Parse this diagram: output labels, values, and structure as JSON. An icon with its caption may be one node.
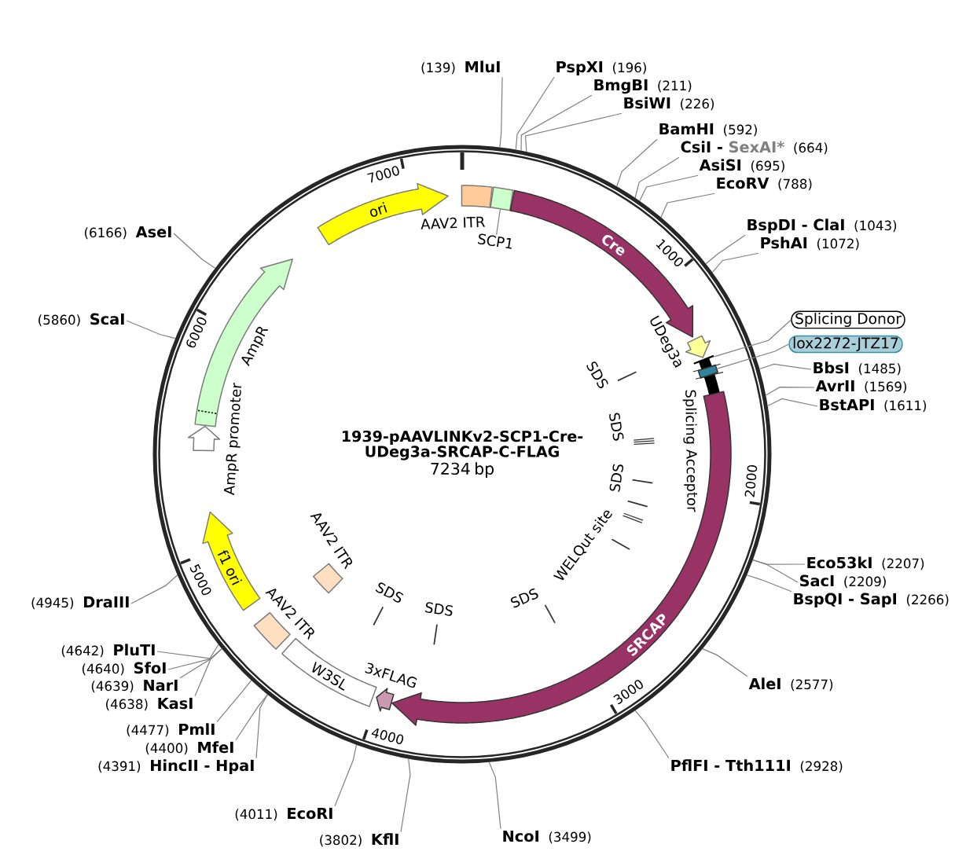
{
  "diagram": {
    "nodes": [
      {
        "text": [
          "1939-pAAVLINKv2-SCP1-Cre- UDeg3a-SRCAP-C-FLAG",
          "7234 bp"
        ]
      },
      {
        "text": [
          "AAV2 ITR"
        ],
        "in": 0
      },
      {
        "text": [],
        "shape": "box",
        "in": 0
      },
      {
        "text": [
          "SCP1"
        ],
        "in": 0
      },
      {
        "text": [
          "Cre"
        ],
        "in": 0
      },
      {
        "text": [
          "UDeg3a"
        ],
        "in": 0
      },
      {
        "text": [],
        "shape": "bar",
        "in": 0
      },
      {
        "text": [],
        "shape": "box",
        "in": 8
      },
      {
        "text": [
          "Splicing Acceptor"
        ],
        "in": 0
      },
      {
        "text": [
          "SRCAP"
        ],
        "in": 0
      },
      {
        "text": [
          "3xFLAG"
        ],
        "in": 0
      },
      {
        "text": [
          "W3SL"
        ],
        "in": 0
      },
      {
        "text": [
          "AAV2 ITR"
        ],
        "in": 0
      },
      {
        "text": [
          "f1 ori"
        ],
        "in": 0
      },
      {
        "text": [
          "AmpR promoter"
        ],
        "in": 0
      },
      {
        "text": [
          "AmpR"
        ],
        "in": 0
      },
      {
        "text": [
          "ori"
        ],
        "in": 0
      },
      {
        "text": [
          "AAV2 ITR"
        ],
        "in": 0
      },
      {
        "text": [
          "Splicing Donor"
        ]
      },
      {
        "text": [
          "lox2272-JTZ17"
        ]
      },
      {
        "text": [
          "(139)",
          "MluI"
        ]
      },
      {
        "text": [
          "PspXI",
          "(196)"
        ]
      },
      {
        "text": [
          "BmgBI",
          "(211)"
        ]
      },
      {
        "text": [
          "BsiWI",
          "(226)"
        ]
      },
      {
        "text": [
          "BamHI",
          "(592)"
        ]
      },
      {
        "text": [
          "CsiI -",
          "SexAI*",
          "(664)"
        ]
      },
      {
        "text": [
          "AsiSI",
          "(695)"
        ]
      },
      {
        "text": [
          "EcoRV",
          "(788)"
        ]
      },
      {
        "text": [
          "BspDI - ClaI",
          "(1043)"
        ]
      },
      {
        "text": [
          "PshAI",
          "(1072)"
        ]
      },
      {
        "text": [
          "BbsI",
          "(1485)"
        ]
      },
      {
        "text": [
          "AvrII",
          "(1569)"
        ]
      },
      {
        "text": [
          "BstAPI",
          "(1611)"
        ]
      },
      {
        "text": [
          "Eco53kI",
          "(2207)"
        ]
      },
      {
        "text": [
          "SacI",
          "(2209)"
        ]
      },
      {
        "text": [
          "BspQI - SapI",
          "(2266)"
        ]
      },
      {
        "text": [
          "AleI",
          "(2577)"
        ]
      },
      {
        "text": [
          "PflFI - Tth111I",
          "(2928)"
        ]
      },
      {
        "text": [
          "NcoI",
          "(3499)"
        ]
      },
      {
        "text": [
          "(3802)",
          "KflI"
        ]
      },
      {
        "text": [
          "(4011)",
          "EcoRI"
        ]
      },
      {
        "text": [
          "(4391)",
          "HincII - HpaI"
        ]
      },
      {
        "text": [
          "(4400)",
          "MfeI"
        ]
      },
      {
        "text": [
          "(4477)",
          "PmlI"
        ]
      },
      {
        "text": [
          "(4638)",
          "KasI"
        ]
      },
      {
        "text": [
          "(4639)",
          "NarI"
        ]
      },
      {
        "text": [
          "(4640)",
          "SfoI"
        ]
      },
      {
        "text": [
          "(4642)",
          "PluTI"
        ]
      },
      {
        "text": [
          "(4945)",
          "DraIII"
        ]
      },
      {
        "text": [
          "(5860)",
          "ScaI"
        ]
      },
      {
        "text": [
          "(6166)",
          "AseI"
        ]
      }
    ],
    "edges": [
      {
        "from": 3,
        "to": 2,
        "arrow": "none"
      },
      {
        "from": 18,
        "to": 6,
        "arrow": "none"
      },
      {
        "from": 19,
        "to": 7,
        "arrow": "none"
      },
      {
        "from": 20,
        "to": 0,
        "arrow": "none"
      },
      {
        "from": 21,
        "to": 0,
        "arrow": "none"
      },
      {
        "from": 22,
        "to": 0,
        "arrow": "none"
      },
      {
        "from": 23,
        "to": 0,
        "arrow": "none"
      },
      {
        "from": 24,
        "to": 0,
        "arrow": "none"
      },
      {
        "from": 25,
        "to": 0,
        "arrow": "none"
      },
      {
        "from": 26,
        "to": 0,
        "arrow": "none"
      },
      {
        "from": 27,
        "to": 0,
        "arrow": "none"
      },
      {
        "from": 28,
        "to": 0,
        "arrow": "none"
      },
      {
        "from": 29,
        "to": 0,
        "arrow": "none"
      },
      {
        "from": 30,
        "to": 0,
        "arrow": "none"
      },
      {
        "from": 31,
        "to": 0,
        "arrow": "none"
      },
      {
        "from": 32,
        "to": 0,
        "arrow": "none"
      },
      {
        "from": 33,
        "to": 0,
        "arrow": "none"
      },
      {
        "from": 34,
        "to": 0,
        "arrow": "none"
      },
      {
        "from": 35,
        "to": 0,
        "arrow": "none"
      },
      {
        "from": 36,
        "to": 0,
        "arrow": "none"
      },
      {
        "from": 37,
        "to": 0,
        "arrow": "none"
      },
      {
        "from": 38,
        "to": 0,
        "arrow": "none"
      },
      {
        "from": 39,
        "to": 0,
        "arrow": "none"
      },
      {
        "from": 40,
        "to": 0,
        "arrow": "none"
      },
      {
        "from": 41,
        "to": 0,
        "arrow": "none"
      },
      {
        "from": 42,
        "to": 0,
        "arrow": "none"
      },
      {
        "from": 43,
        "to": 0,
        "arrow": "none"
      },
      {
        "from": 44,
        "to": 0,
        "arrow": "none"
      },
      {
        "from": 45,
        "to": 0,
        "arrow": "none"
      },
      {
        "from": 46,
        "to": 0,
        "arrow": "none"
      },
      {
        "from": 47,
        "to": 0,
        "arrow": "none"
      },
      {
        "from": 48,
        "to": 0,
        "arrow": "none"
      },
      {
        "from": 49,
        "to": 0,
        "arrow": "none"
      },
      {
        "from": 50,
        "to": 0,
        "arrow": "none"
      }
    ],
    "labels": [
      "1000",
      "2000",
      "3000",
      "4000",
      "5000",
      "6000",
      "7000",
      "SDS",
      "SDS",
      "SDS",
      "WELQut site",
      "SDS",
      "SDS",
      "SDS"
    ]
  }
}
